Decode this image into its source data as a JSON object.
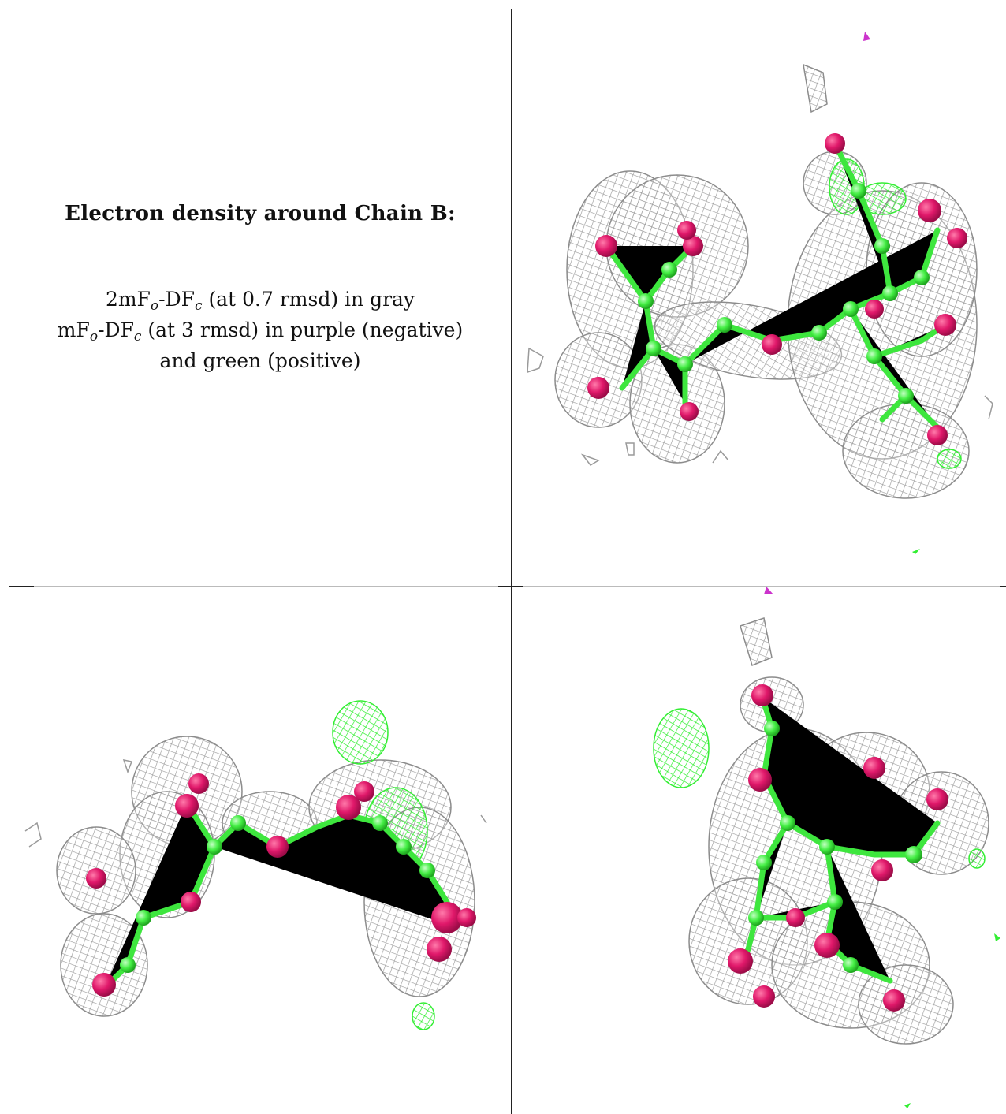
{
  "caption": {
    "title": "Electron density around Chain B:",
    "line1": {
      "pre": "2mF",
      "sub1": "o",
      "mid": "-DF",
      "sub2": "c",
      "post": " (at 0.7 rmsd) in gray"
    },
    "line2": {
      "pre": "mF",
      "sub1": "o",
      "mid": "-DF",
      "sub2": "c",
      "post": " (at 3 rmsd) in purple (negative)"
    },
    "line3": "and green (positive)"
  },
  "colors": {
    "mesh_2fofc": "#a0a0a0",
    "mesh_positive": "#33ee33",
    "mesh_negative": "#cc33cc",
    "oxygen": "#e0186a",
    "carbon": "#44ee44",
    "border": "#222222"
  },
  "panels": [
    {
      "name": "top-right",
      "view": "view-1"
    },
    {
      "name": "bottom-left",
      "view": "view-2"
    },
    {
      "name": "bottom-right",
      "view": "view-3"
    }
  ]
}
